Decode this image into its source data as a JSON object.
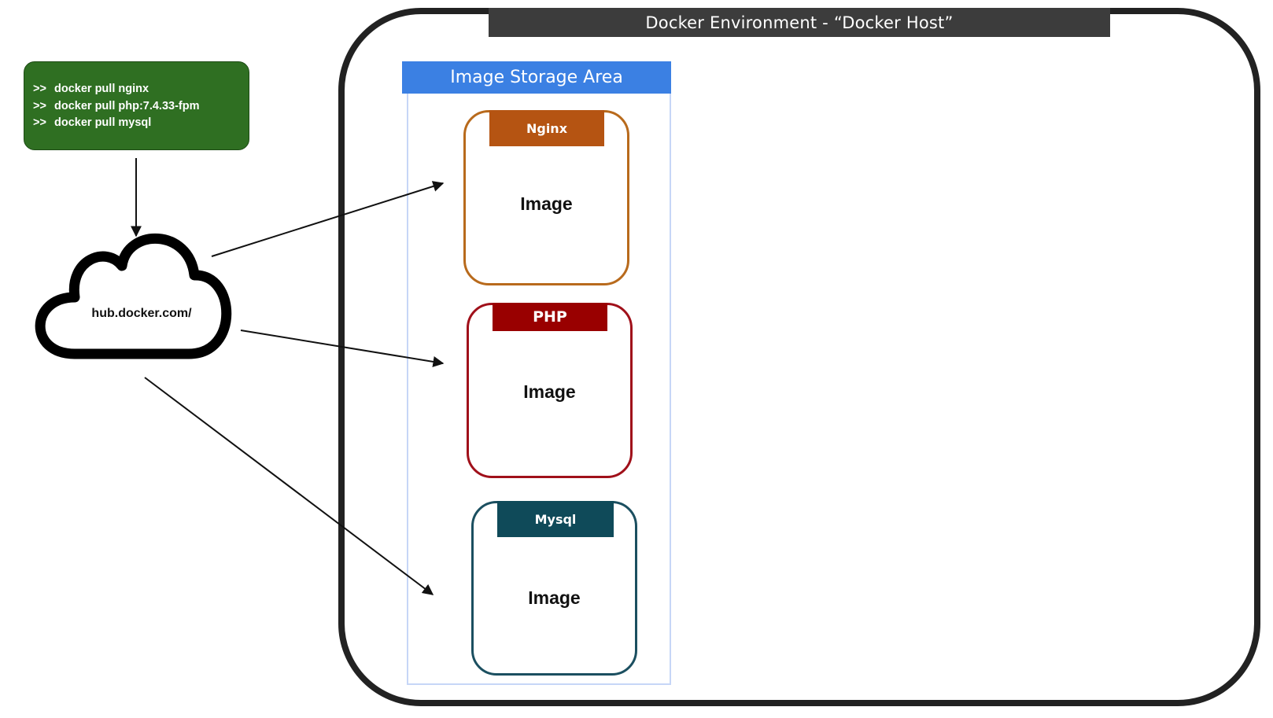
{
  "host": {
    "title": "Docker Environment - “Docker Host”"
  },
  "storage": {
    "title": "Image Storage Area"
  },
  "images": [
    {
      "name": "Nginx",
      "label": "Image",
      "color": "#b55412",
      "border": "#b86a1c"
    },
    {
      "name": "PHP",
      "label": "Image",
      "color": "#990000",
      "border": "#a0101a"
    },
    {
      "name": "Mysql",
      "label": "Image",
      "color": "#0f4a59",
      "border": "#1b4f60"
    }
  ],
  "commands": {
    "prompt": ">>",
    "lines": [
      "docker pull nginx",
      "docker pull php:7.4.33-fpm",
      "docker pull mysql"
    ],
    "background": "#2f6f22"
  },
  "registry": {
    "label": "hub.docker.com/",
    "icon": "cloud-icon"
  }
}
